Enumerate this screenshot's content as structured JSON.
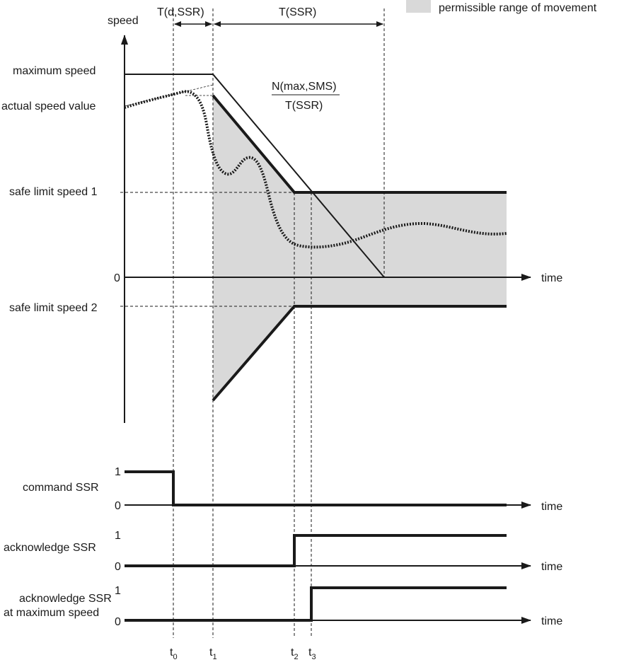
{
  "legend": {
    "label": "permissible range of movement",
    "swatch_color": "#d9d9d9"
  },
  "speed_chart": {
    "y_axis_label": "speed",
    "x_axis_label": "time",
    "levels": {
      "maximum_speed": "maximum speed",
      "actual_speed_value": "actual speed value",
      "safe_limit_speed_1": "safe limit speed 1",
      "zero": "0",
      "safe_limit_speed_2": "safe limit speed 2"
    },
    "intervals": {
      "delay": "T(d,SSR)",
      "ramp": "T(SSR)"
    },
    "slope_formula": {
      "numerator": "N(max,SMS)",
      "denominator": "T(SSR)"
    }
  },
  "signals": [
    {
      "name": "command SSR",
      "high": "1",
      "low": "0",
      "axis_label": "time"
    },
    {
      "name": "acknowledge SSR",
      "high": "1",
      "low": "0",
      "axis_label": "time"
    },
    {
      "name_line1": "acknowledge SSR",
      "name_line2": "at maximum speed",
      "high": "1",
      "low": "0",
      "axis_label": "time"
    }
  ],
  "time_markers": [
    {
      "base": "t",
      "sub": "0"
    },
    {
      "base": "t",
      "sub": "1"
    },
    {
      "base": "t",
      "sub": "2"
    },
    {
      "base": "t",
      "sub": "3"
    }
  ],
  "colors": {
    "line": "#1a1a1a",
    "fill": "#d9d9d9"
  }
}
